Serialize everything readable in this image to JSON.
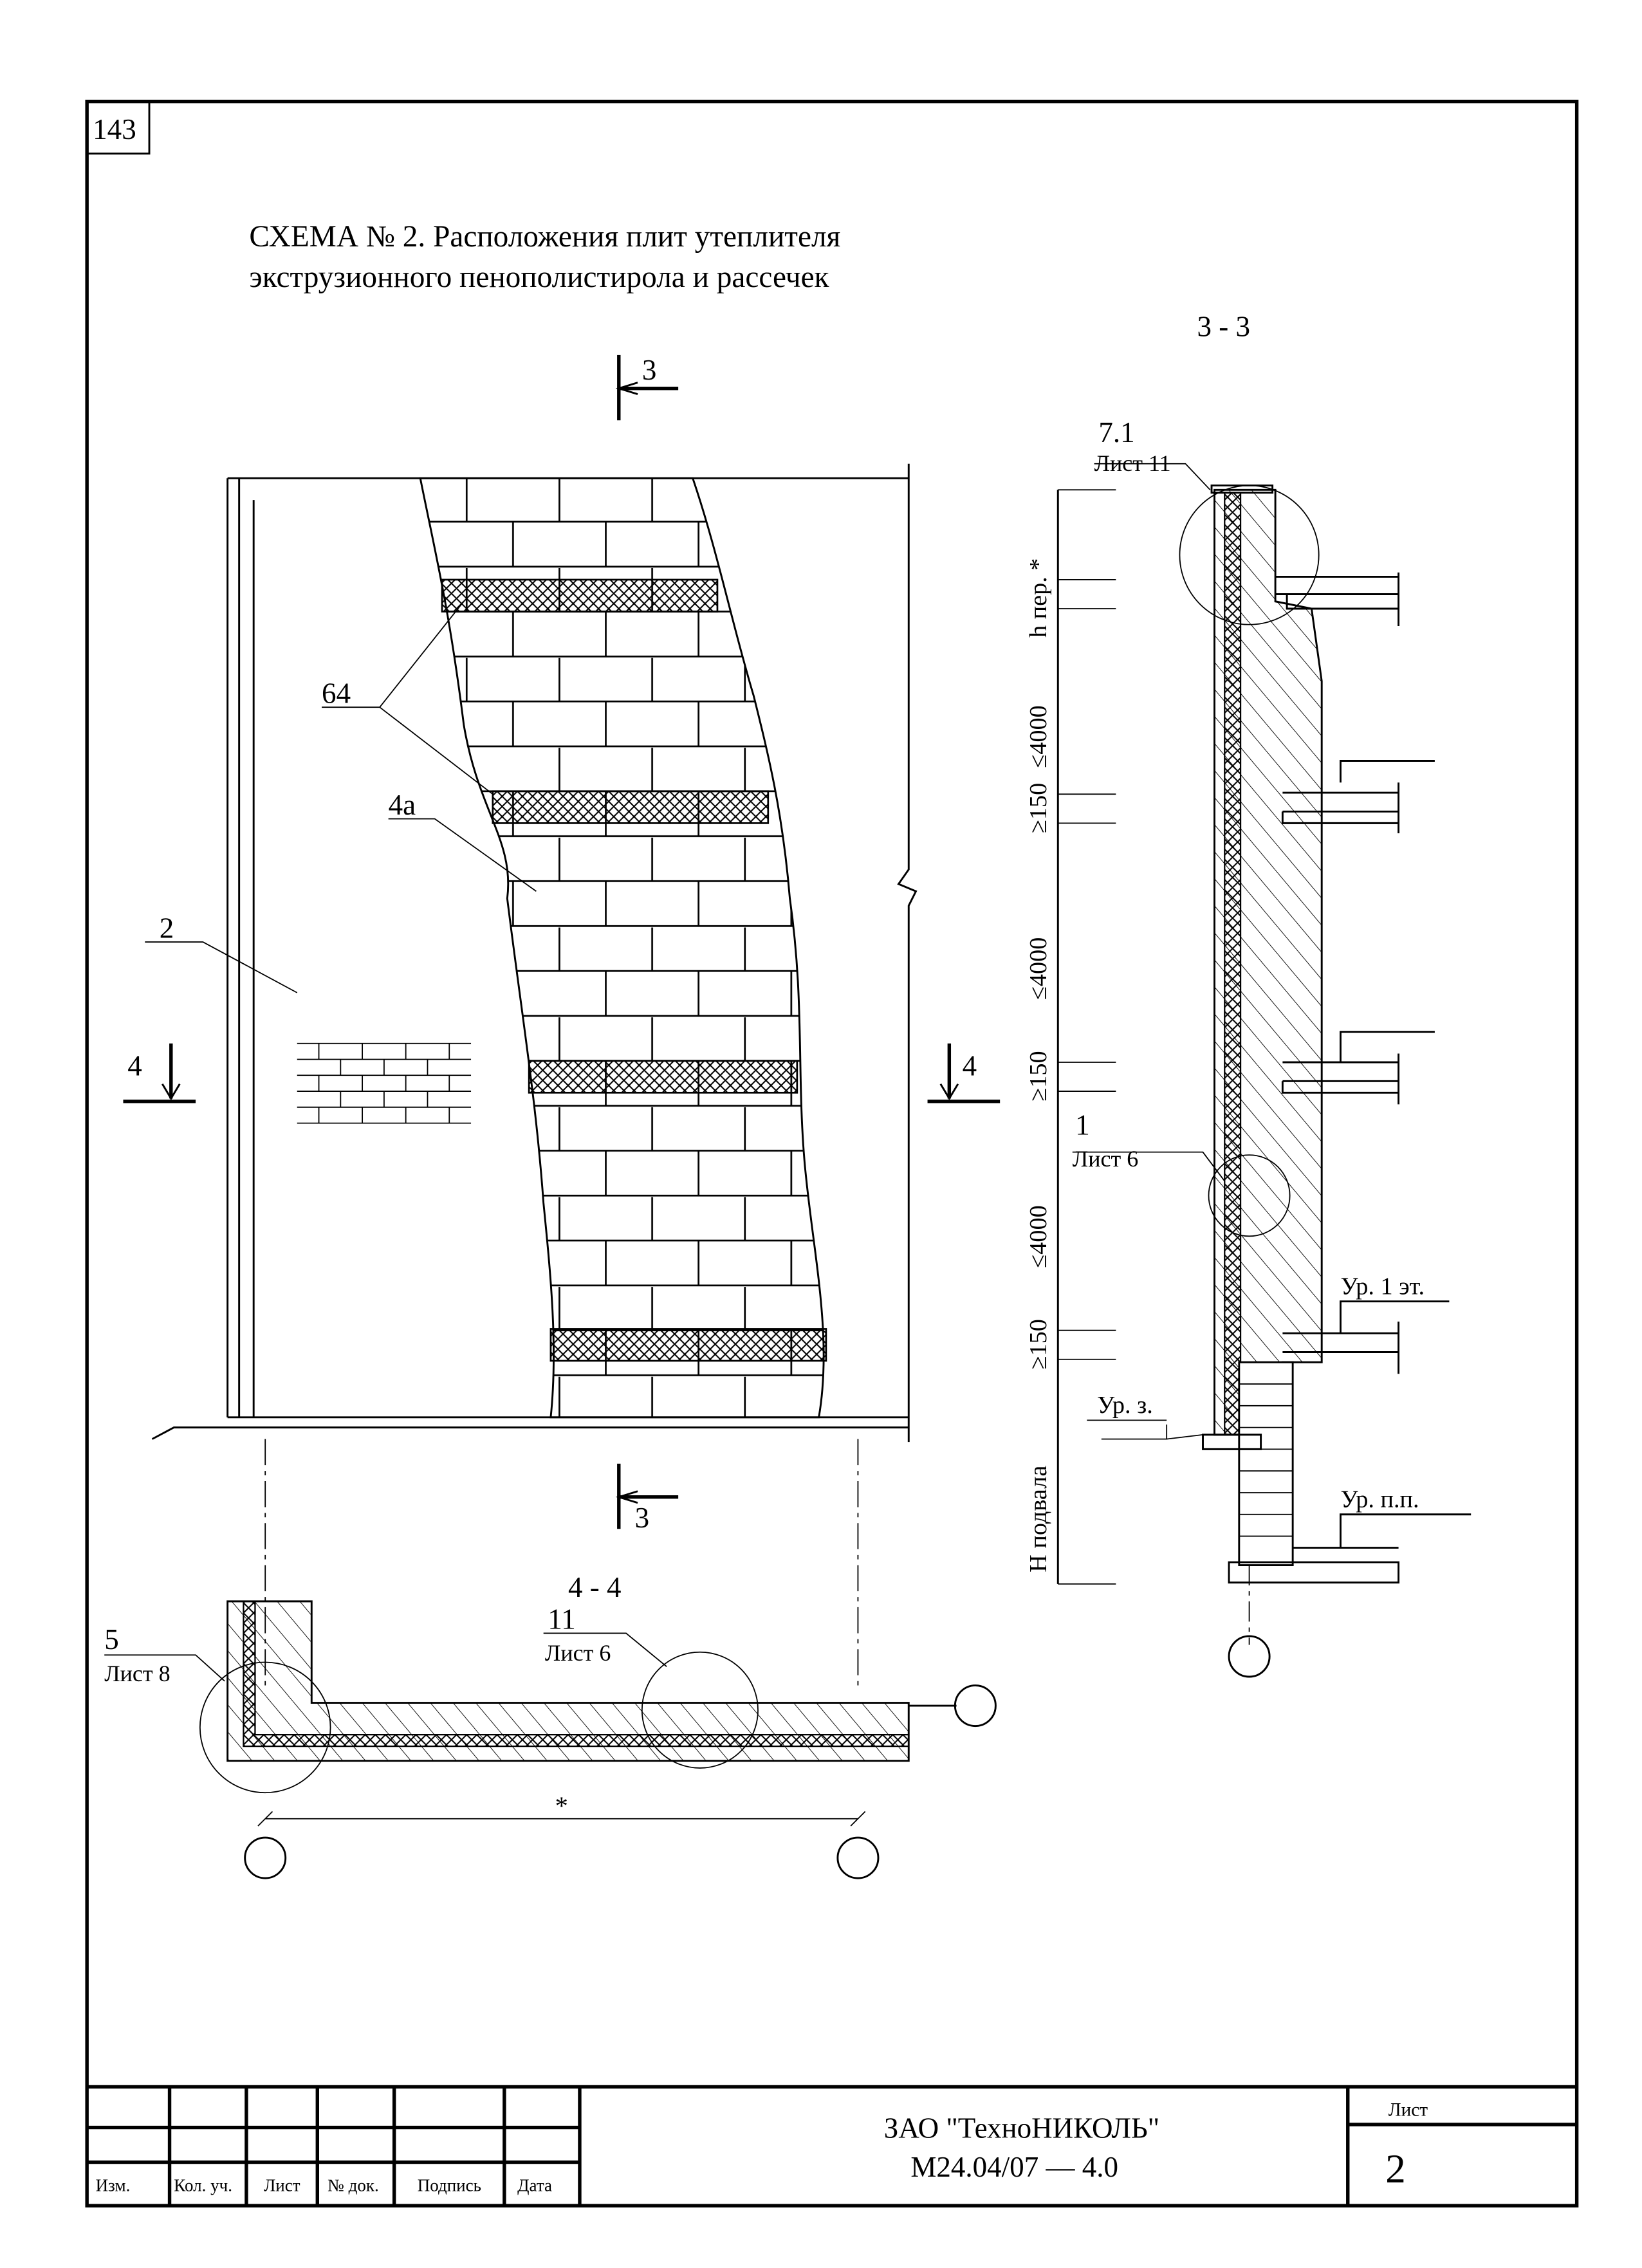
{
  "page_number": "143",
  "title": {
    "line1": "СХЕМА № 2. Расположения плит утеплителя",
    "line2": "экструзионного пенополистирола  и рассечек"
  },
  "elevation": {
    "section_mark": "3",
    "side_mark": "4",
    "callouts": {
      "c64": "64",
      "c4a": "4а",
      "c2": "2"
    }
  },
  "section_3_3": {
    "title": "3 - 3",
    "ref_top": {
      "num": "7.1",
      "sheet": "Лист 11"
    },
    "ref_mid": {
      "num": "1",
      "sheet": "Лист 6"
    },
    "dims": [
      "h пер. *",
      "≤4000",
      "≥150",
      "≤4000",
      "≥150",
      "≤4000",
      "≥150",
      "H подвала"
    ],
    "levels": [
      "Ур. 1 эт.",
      "Ур. з.",
      "Ур. п.п."
    ]
  },
  "section_4_4": {
    "title": "4 - 4",
    "ref_corner": {
      "num": "5",
      "sheet": "Лист 8"
    },
    "ref_mid": {
      "num": "11",
      "sheet": "Лист 6"
    },
    "dim": "*"
  },
  "title_block": {
    "headers": [
      "Изм.",
      "Кол. уч.",
      "Лист",
      "№ док.",
      "Подпись",
      "Дата"
    ],
    "company": "ЗАО \"ТехноНИКОЛЬ\"",
    "doc_code": "М24.04/07  —  4.0",
    "sheet_label": "Лист",
    "sheet_number": "2"
  }
}
